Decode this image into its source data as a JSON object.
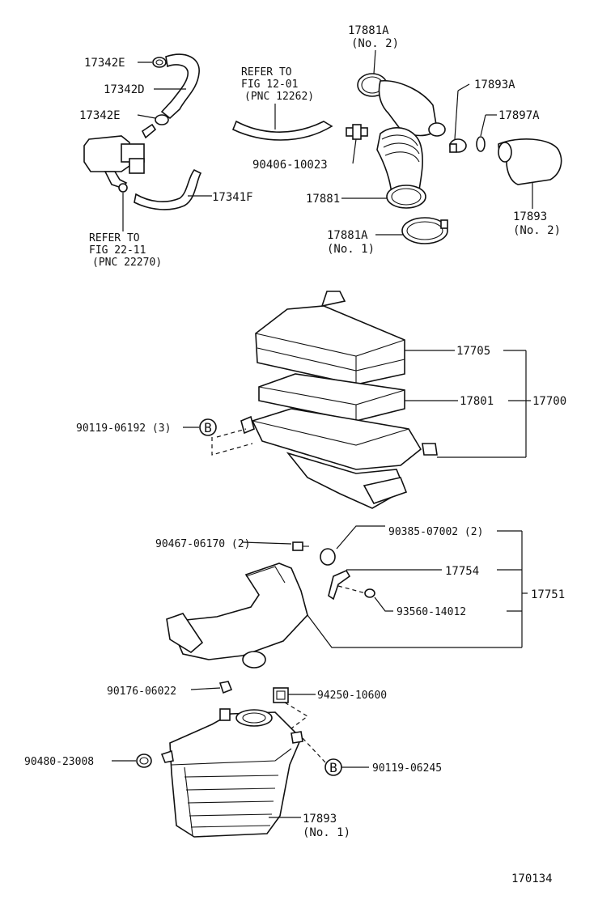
{
  "diagram_code": "170134",
  "callout_b": "B",
  "labels": {
    "p17342E_top": "17342E",
    "p17342D": "17342D",
    "p17342E_mid": "17342E",
    "p17341F": "17341F",
    "ref22_l1": "REFER TO",
    "ref22_l2": "FIG 22-11",
    "ref22_l3": "(PNC 22270)",
    "ref12_l1": "REFER TO",
    "ref12_l2": "FIG 12-01",
    "ref12_l3": "(PNC 12262)",
    "p90406": "90406-10023",
    "p17881A_no2_l1": "17881A",
    "p17881A_no2_l2": "(No. 2)",
    "p17893A": "17893A",
    "p17897A": "17897A",
    "p17881": "17881",
    "p17881A_no1_l1": "17881A",
    "p17881A_no1_l2": "(No. 1)",
    "p17893_no2_l1": "17893",
    "p17893_no2_l2": "(No. 2)",
    "p17705": "17705",
    "p17801": "17801",
    "p17700": "17700",
    "p90119_06192": "90119-06192 (3)",
    "p90467": "90467-06170 (2)",
    "p90385": "90385-07002 (2)",
    "p17754": "17754",
    "p17751": "17751",
    "p93560": "93560-14012",
    "p90176": "90176-06022",
    "p94250": "94250-10600",
    "p90480": "90480-23008",
    "p90119_06245": "90119-06245",
    "p17893_no1_l1": "17893",
    "p17893_no1_l2": "(No. 1)"
  }
}
